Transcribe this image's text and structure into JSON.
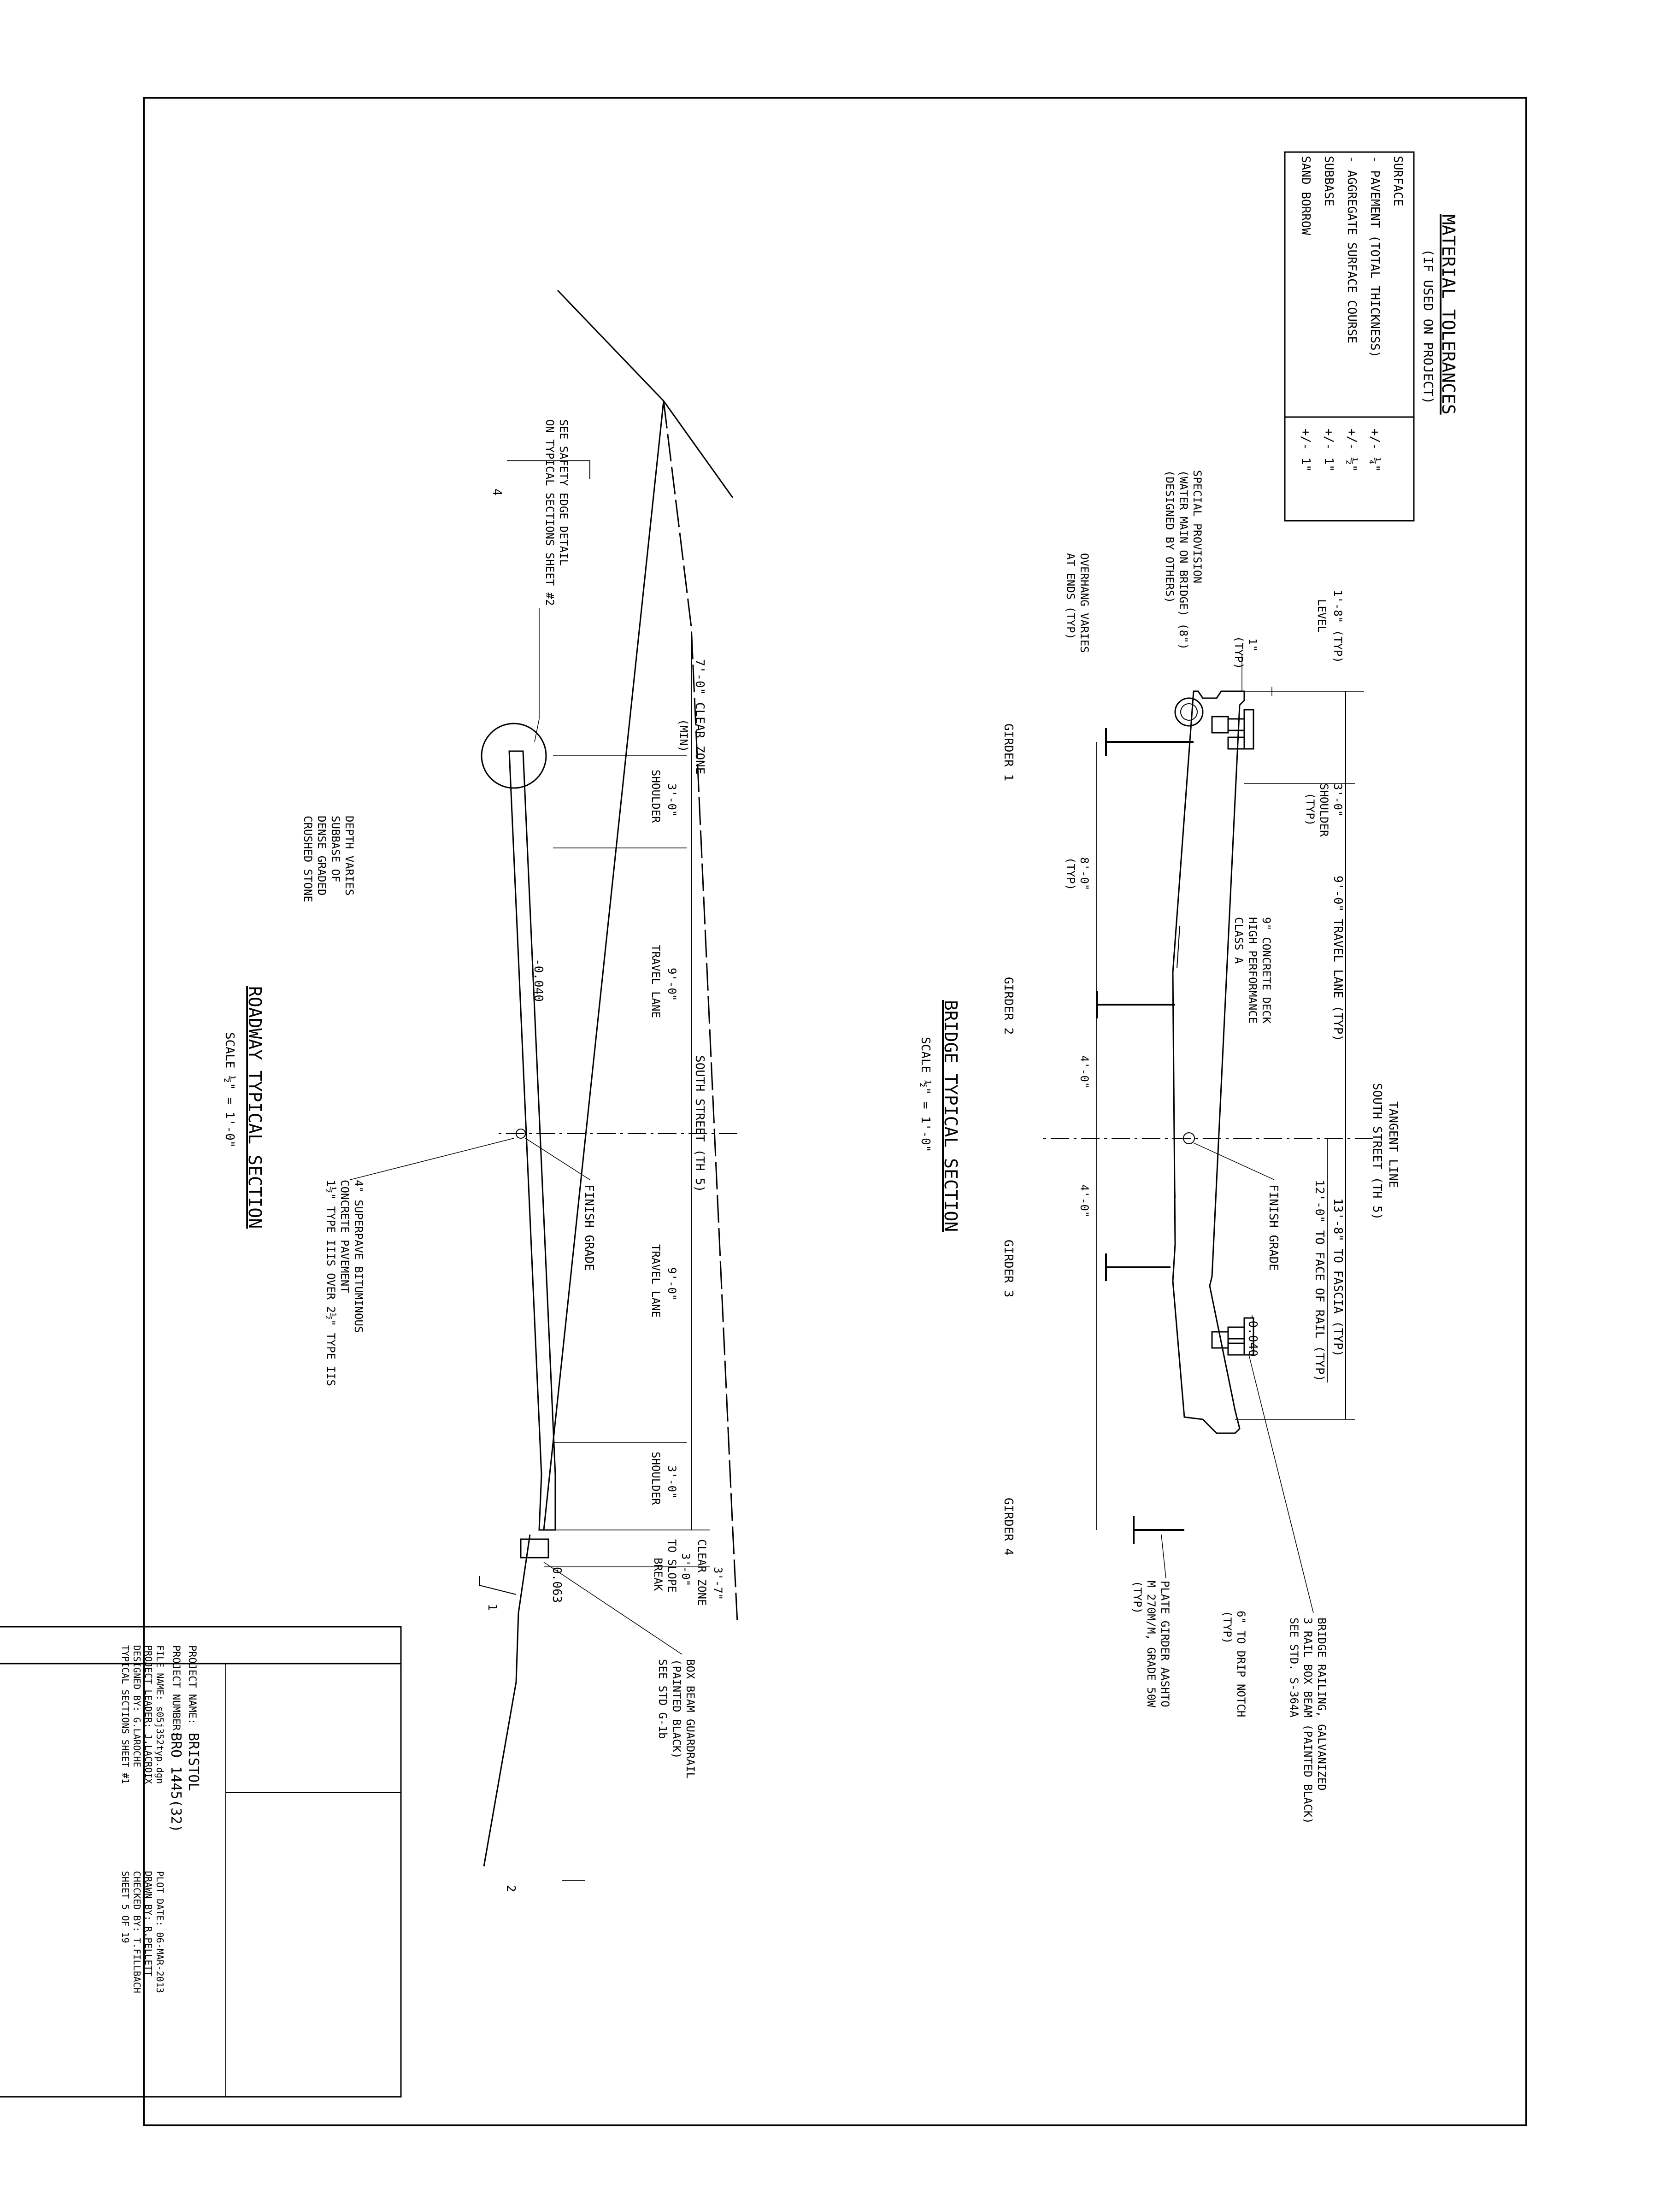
{
  "material_tolerances": {
    "title": "MATERIAL TOLERANCES",
    "subtitle": "(IF USED ON PROJECT)",
    "rows": [
      {
        "item": "SURFACE",
        "tol": ""
      },
      {
        "item": "- PAVEMENT (TOTAL THICKNESS)",
        "tol": "+/- ¼\""
      },
      {
        "item": "- AGGREGATE SURFACE COURSE",
        "tol": "+/- ½\""
      },
      {
        "item": "SUBBASE",
        "tol": "+/- 1\""
      },
      {
        "item": "SAND BORROW",
        "tol": "+/- 1\""
      }
    ]
  },
  "bridge": {
    "title": "BRIDGE TYPICAL SECTION",
    "scale": "SCALE ½\" = 1'-0\"",
    "tangent_line": "TANGENT LINE",
    "street": "SOUTH STREET (TH 5)",
    "special_provision": [
      "SPECIAL PROVISION",
      "(WATER MAIN ON BRIDGE) (8\")",
      "(DESIGNED BY OTHERS)"
    ],
    "overhang": [
      "OVERHANG VARIES",
      "AT ENDS (TYP)"
    ],
    "level": [
      "1'-8\" (TYP)",
      "LEVEL"
    ],
    "one_inch": "1\"",
    "one_inch_typ": "(TYP)",
    "shoulder": [
      "3'-0\"",
      "SHOULDER",
      "(TYP)"
    ],
    "travel_lane": "9'-0\" TRAVEL LANE (TYP)",
    "deck": [
      "9\" CONCRETE DECK",
      "HIGH PERFORMANCE",
      "CLASS A"
    ],
    "finish_grade": "FINISH GRADE",
    "slope": "-0.040",
    "face_of_rail": "12'-0\" TO FACE OF RAIL (TYP)",
    "fascia": "13'-8\" TO FASCIA (TYP)",
    "girder_spacing": [
      "8'-0\"",
      "(TYP)"
    ],
    "four_ft": "4'-0\"",
    "girders": [
      "GIRDER 1",
      "GIRDER 2",
      "GIRDER 3",
      "GIRDER 4"
    ],
    "centerline": "℄",
    "railing": [
      "BRIDGE RAILING, GALVANIZED",
      "3 RAIL BOX BEAM (PAINTED BLACK)",
      "SEE STD. S-364A"
    ],
    "drip": [
      "6\" TO DRIP NOTCH",
      "(TYP)"
    ],
    "plate_girder": [
      "PLATE GIRDER AASHTO",
      "M 270M/M, GRADE 50W",
      "(TYP)"
    ]
  },
  "roadway": {
    "title": "ROADWAY TYPICAL SECTION",
    "scale": "SCALE ½\" = 1'-0\"",
    "street": "SOUTH STREET (TH 5)",
    "safety_edge": [
      "SEE SAFETY EDGE DETAIL",
      "ON TYPICAL SECTIONS SHEET #2"
    ],
    "clear_zone_min": [
      "7'-0\" CLEAR ZONE",
      "(MIN)"
    ],
    "shoulder": [
      "3'-0\"",
      "SHOULDER"
    ],
    "travel_lane_dim": "9'-0\"",
    "travel_lane": "TRAVEL LANE",
    "subbase": [
      "DEPTH VARIES",
      "SUBBASE OF",
      "DENSE GRADED",
      "CRUSHED STONE"
    ],
    "slope": "-0.040",
    "finish_grade": "FINISH GRADE",
    "pavement": [
      "4\" SUPERPAVE BITUMINOUS",
      "CONCRETE PAVEMENT",
      "1½\" TYPE IIIS OVER 2½\" TYPE IIS"
    ],
    "clear_zone_right": [
      "3'-7\"",
      "CLEAR ZONE"
    ],
    "slope_break": [
      "3'-0\"",
      "TO SLOPE",
      "BREAK"
    ],
    "slope_right": "0.063",
    "guardrail": [
      "BOX BEAM GUARDRAIL",
      "(PAINTED BLACK)",
      "SEE STD G-1b"
    ],
    "ratio_4": "4",
    "ratio_2": "2",
    "ratio_1": "1"
  },
  "title_block": {
    "project_name_label": "PROJECT NAME:",
    "project_name": "BRISTOL",
    "project_number_label": "PROJECT NUMBER:",
    "project_number": "BRO 1445(32)",
    "file_name": "FILE NAME: s05j352typ.dgn",
    "project_leader": "PROJECT LEADER: J.LACROIX",
    "designed_by": "DESIGNED BY:     G.LAROCHE",
    "sheet_title": "TYPICAL SECTIONS SHEET #1",
    "plot_date": "PLOT DATE:  06-MAR-2013",
    "drawn_by": "DRAWN BY:   R.PELLETT",
    "checked_by": "CHECKED BY: T.FILLBACH",
    "sheet": "SHEET     5   OF   19"
  }
}
